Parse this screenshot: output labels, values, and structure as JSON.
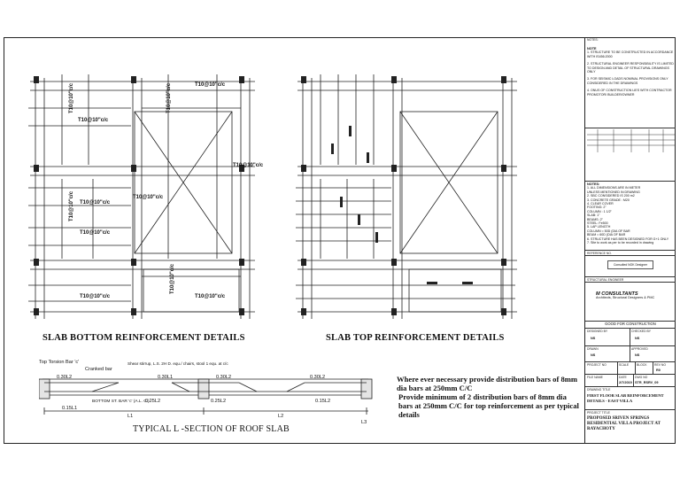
{
  "sheet": {
    "slab_bottom_title": "SLAB BOTTOM REINFORCEMENT DETAILS",
    "slab_top_title": "SLAB TOP REINFORCEMENT DETAILS",
    "section_title": "TYPICAL L -SECTION OF ROOF SLAB"
  },
  "bottom_plan": {
    "labels": [
      "T10@10\"c/c",
      "T10@10\"c/c",
      "T10@10\"c/c",
      "T10@10\"c/c",
      "T10@10\"c/c",
      "T10@10\"c/c",
      "T10@10\"c/c",
      "T10@10\"c/c",
      "T10@10\"c/c",
      "T10@10\"c/c",
      "T10@10\"c/c",
      "T10@10\"c/c"
    ]
  },
  "section": {
    "callout_torsion": "Top Torsion Bar 'c'",
    "callout_cranked": "Cranked bar",
    "callout_shear": "Shear stirrup, L.S. 2H D. equ./ chairs, stool 1 equ. at c/c",
    "callout_bottom": "BOTTOM ST. BAR 'c' (A.L. C.)",
    "dims_top": [
      "0.30L2",
      "0.30L1",
      "0.30L2",
      "0.30L2"
    ],
    "dims_bottom": [
      "0.25L2",
      "0.25L2",
      "0.15L1",
      "0.15L2"
    ],
    "spans": [
      "L1",
      "L2",
      "L3"
    ]
  },
  "notes": {
    "para1": "Where ever necessary provide distribution bars of 8mm dia bars at 250mm C/C",
    "para2": "Provide minimum of 2 distribution bars of 8mm dia bars at 250mm C/C for top reinforcement as per typical details"
  },
  "title_block": {
    "notes_header": "NOTES:",
    "notes_heading": "NOTE",
    "note_items": [
      "1. STRUCTURE TO BE CONSTRUCTED IN ACCORDANCE WITH IS456:2000",
      "2. STRUCTURAL ENGINEER RESPONSIBILITY IS LIMITED TO DESIGN AND DETAIL OF STRUCTURAL DRAWINGS ONLY",
      "3. FOR SEISMIC LOADS NOMINAL PROVISIONS ONLY CONSIDERED IN THE DRAWINGS",
      "4. ONUS OF CONSTRUCTION LIES WITH CONTRACTOR PROMOTOR/ BUILDER/OWNER"
    ],
    "notes2_header": "NOTES:",
    "notes2_items": [
      "1. ALL DIMENSIONS ARE IN METER",
      "UNLESS MENTIONED IN DRAWING",
      "2. SBC CONSIDERED IS 200 m2",
      "3. CONCRETE GRADE : M20",
      "4. CLEAR COVER",
      "FOOTING: 2\"",
      "COLUMN : 1 1/2\"",
      "SLAB: 1\"",
      "BEAMS: 2\"",
      "STEEL: Fe500",
      "5. LAP LENGTH",
      "COLUMN = 50D (DIA OF BAR",
      "BEAM = 60D (DIA OF BAR",
      "6. STRUCTURE HAS BEEN DESIGNED FOR G+1 ONLY",
      "7. Site to work as per to be recorded in drawing"
    ],
    "reference_label": "REFERENCE NO.",
    "stamp_text": "Consulted NOK Designer",
    "engineer_label": "STRUCTURAL ENGINEER",
    "consultant_name": "M CONSULTANTS",
    "consultant_sub": "Architects, Structural Designers & PMC",
    "status": "GOOD FOR CONSTRUCTION",
    "designed_by_label": "DESIGNED BY",
    "designed_by": "NS",
    "checked_by_label": "CHECKED BY",
    "checked_by": "NS",
    "drawn_label": "DRAWN",
    "drawn": "NS",
    "approved_label": "APPROVED",
    "approved": "NS",
    "table_headers": [
      "PROJECT NO",
      "SCALE",
      "BLOCK",
      "REV NO"
    ],
    "rev_no": "R0",
    "file_name_label": "FILE NAME",
    "date_label": "DATE",
    "file_no": "DWG NO",
    "date_value": "2/7/2019",
    "dwg_no": "STR_RSRV_09",
    "drawing_title_label": "DRAWING TITLE",
    "drawing_title": "FIRST FLOOR SLAB REINFORCEMENT DETAILS - EAST VILLA",
    "project_label": "PROJECT TITLE",
    "project_title": "PROPOSED SRIVEN SPRINGS RESIDENTIAL VILLA PROJECT AT RAYACHOTY"
  }
}
